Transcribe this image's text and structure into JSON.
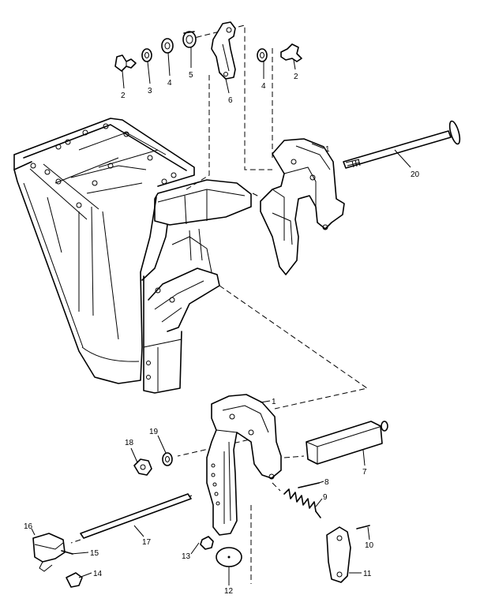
{
  "callouts": {
    "c1a": "1",
    "c1b": "1",
    "c2a": "2",
    "c2b": "2",
    "c3": "3",
    "c4a": "4",
    "c4b": "4",
    "c5": "5",
    "c6": "6",
    "c7": "7",
    "c8": "8",
    "c9": "9",
    "c10": "10",
    "c11": "11",
    "c12": "12",
    "c13": "13",
    "c14": "14",
    "c15": "15",
    "c16": "16",
    "c17": "17",
    "c18": "18",
    "c19": "19",
    "c20": "20"
  }
}
